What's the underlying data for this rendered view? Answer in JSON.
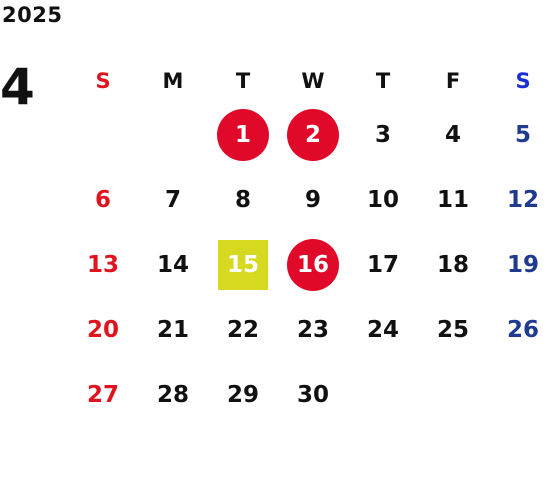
{
  "calendar": {
    "year": "2025",
    "month": "4",
    "weekdays": [
      "S",
      "M",
      "T",
      "W",
      "T",
      "F",
      "S"
    ],
    "weekday_colors": [
      "#e0141e",
      "#111111",
      "#111111",
      "#111111",
      "#111111",
      "#111111",
      "#1a2fd6"
    ],
    "colors": {
      "sunday": "#e0141e",
      "weekday": "#111111",
      "saturday": "#1f3a8f",
      "holiday_circle": "#e0092a",
      "today_square": "#d6d91f"
    },
    "weeks": [
      [
        {
          "day": "",
          "style": "none"
        },
        {
          "day": "",
          "style": "none"
        },
        {
          "day": "1",
          "style": "holiday-circle"
        },
        {
          "day": "2",
          "style": "holiday-circle"
        },
        {
          "day": "3",
          "style": "none"
        },
        {
          "day": "4",
          "style": "none"
        },
        {
          "day": "5",
          "style": "none"
        }
      ],
      [
        {
          "day": "6",
          "style": "none"
        },
        {
          "day": "7",
          "style": "none"
        },
        {
          "day": "8",
          "style": "none"
        },
        {
          "day": "9",
          "style": "none"
        },
        {
          "day": "10",
          "style": "none"
        },
        {
          "day": "11",
          "style": "none"
        },
        {
          "day": "12",
          "style": "none"
        }
      ],
      [
        {
          "day": "13",
          "style": "none"
        },
        {
          "day": "14",
          "style": "none"
        },
        {
          "day": "15",
          "style": "today-square"
        },
        {
          "day": "16",
          "style": "holiday-circle"
        },
        {
          "day": "17",
          "style": "none"
        },
        {
          "day": "18",
          "style": "none"
        },
        {
          "day": "19",
          "style": "none"
        }
      ],
      [
        {
          "day": "20",
          "style": "none"
        },
        {
          "day": "21",
          "style": "none"
        },
        {
          "day": "22",
          "style": "none"
        },
        {
          "day": "23",
          "style": "none"
        },
        {
          "day": "24",
          "style": "none"
        },
        {
          "day": "25",
          "style": "none"
        },
        {
          "day": "26",
          "style": "none"
        }
      ],
      [
        {
          "day": "27",
          "style": "none"
        },
        {
          "day": "28",
          "style": "none"
        },
        {
          "day": "29",
          "style": "none"
        },
        {
          "day": "30",
          "style": "none"
        },
        {
          "day": "",
          "style": "none"
        },
        {
          "day": "",
          "style": "none"
        },
        {
          "day": "",
          "style": "none"
        }
      ]
    ]
  }
}
